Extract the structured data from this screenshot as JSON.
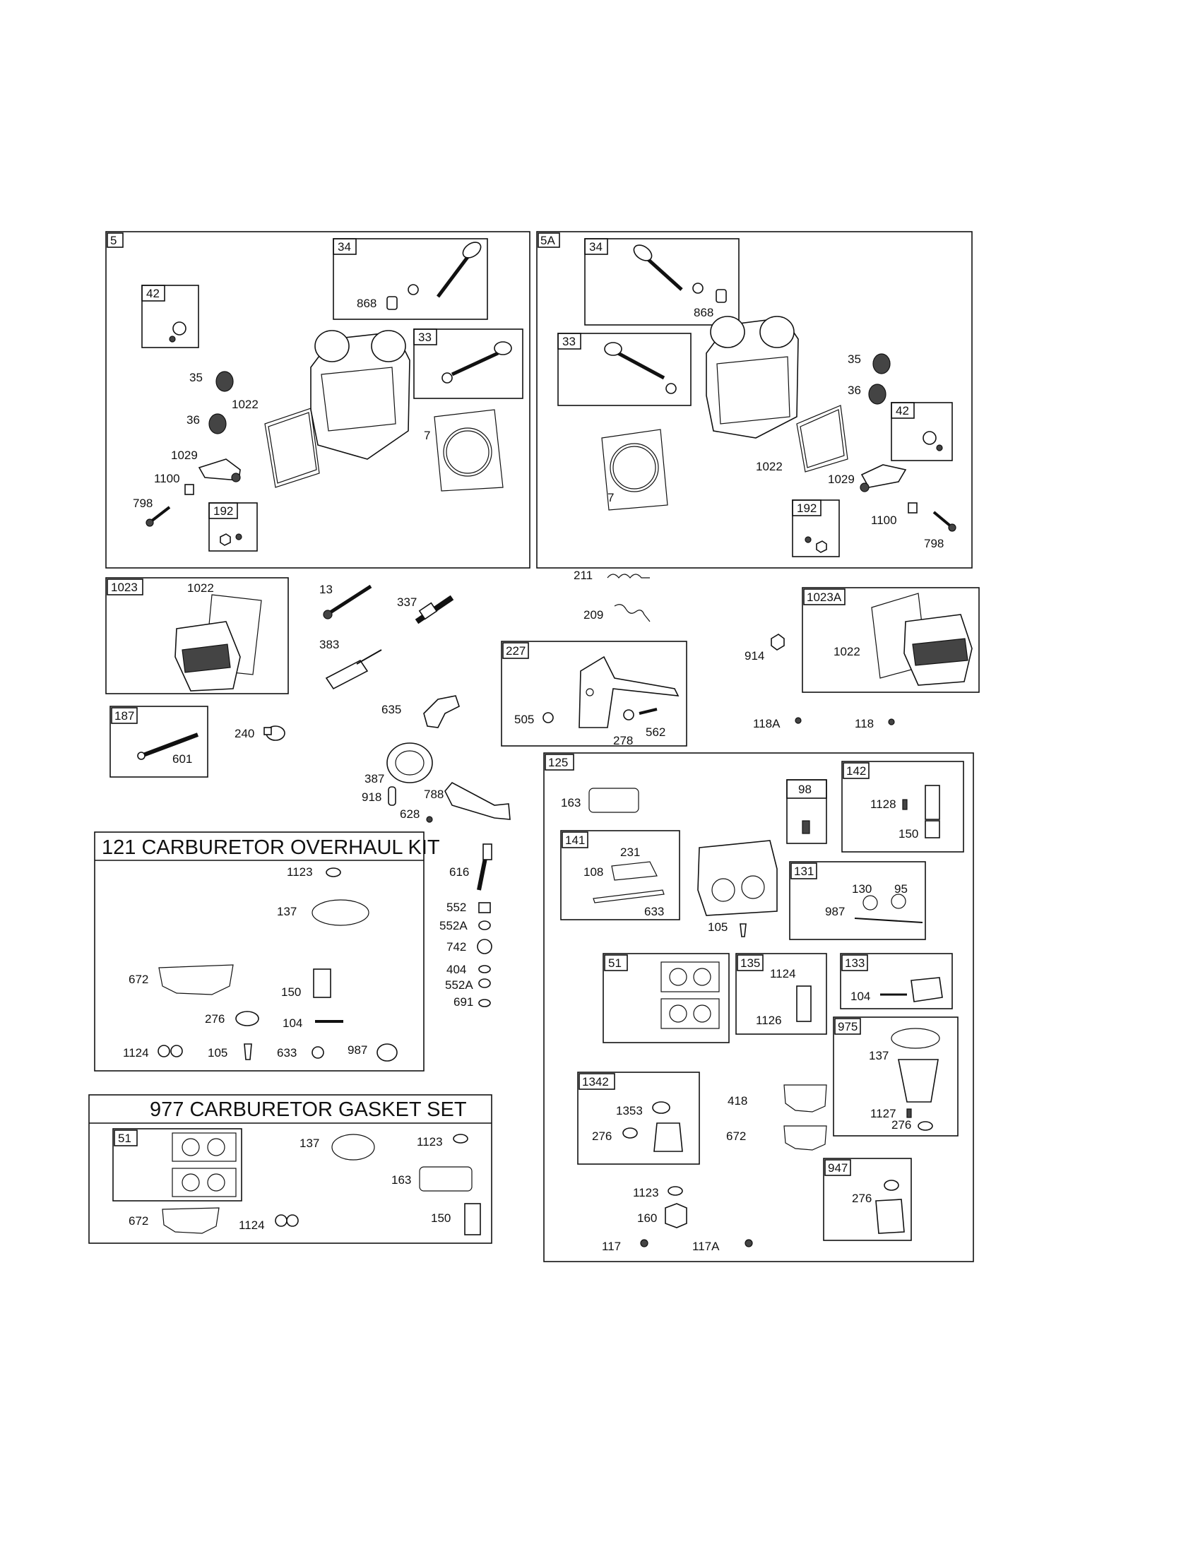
{
  "groups": {
    "g5": "5",
    "g5A": "5A",
    "g34a": "34",
    "g34b": "34",
    "g33a": "33",
    "g33b": "33",
    "g42a": "42",
    "g42b": "42",
    "g192a": "192",
    "g192b": "192",
    "g1023": "1023",
    "g1023A": "1023A",
    "g187": "187",
    "g227": "227",
    "g125": "125",
    "g142": "142",
    "g98": "98",
    "g141": "141",
    "g131": "131",
    "g51a": "51",
    "g135": "135",
    "g133": "133",
    "g975": "975",
    "g1342": "1342",
    "g947": "947",
    "g51b": "51"
  },
  "kits": {
    "overhaul_title": "121 CARBURETOR OVERHAUL KIT",
    "gasket_title": "977 CARBURETOR GASKET SET"
  },
  "labels": {
    "p868a": "868",
    "p35a": "35",
    "p36a": "36",
    "p1022a": "1022",
    "p7a": "7",
    "p1029a": "1029",
    "p1100a": "1100",
    "p798a": "798",
    "p868b": "868",
    "p35b": "35",
    "p36b": "36",
    "p1022b": "1022",
    "p7b": "7",
    "p1029b": "1029",
    "p1100b": "1100",
    "p798b": "798",
    "p1022c": "1022",
    "p13": "13",
    "p337": "337",
    "p383": "383",
    "p211": "211",
    "p209": "209",
    "p914": "914",
    "p1022d": "1022",
    "p505": "505",
    "p278": "278",
    "p562": "562",
    "p118A": "118A",
    "p118": "118",
    "p601": "601",
    "p240": "240",
    "p635": "635",
    "p387": "387",
    "p918": "918",
    "p628": "628",
    "p788": "788",
    "p616": "616",
    "p552": "552",
    "p552A1": "552A",
    "p742": "742",
    "p404": "404",
    "p552A2": "552A",
    "p691": "691",
    "k1123": "1123",
    "k137": "137",
    "k672": "672",
    "k150": "150",
    "k276": "276",
    "k104": "104",
    "k1124": "1124",
    "k105": "105",
    "k633": "633",
    "k987": "987",
    "s137": "137",
    "s1123": "1123",
    "s163": "163",
    "s672": "672",
    "s1124": "1124",
    "s150": "150",
    "c163": "163",
    "c1128": "1128",
    "c150": "150",
    "c231": "231",
    "c108": "108",
    "c633": "633",
    "c130": "130",
    "c95": "95",
    "c987": "987",
    "c105": "105",
    "c1124": "1124",
    "c1126": "1126",
    "c104": "104",
    "c137": "137",
    "c1127": "1127",
    "c276a": "276",
    "c1353": "1353",
    "c276b": "276",
    "c418": "418",
    "c672": "672",
    "c276c": "276",
    "c1123": "1123",
    "c160": "160",
    "c117": "117",
    "c117A": "117A"
  }
}
